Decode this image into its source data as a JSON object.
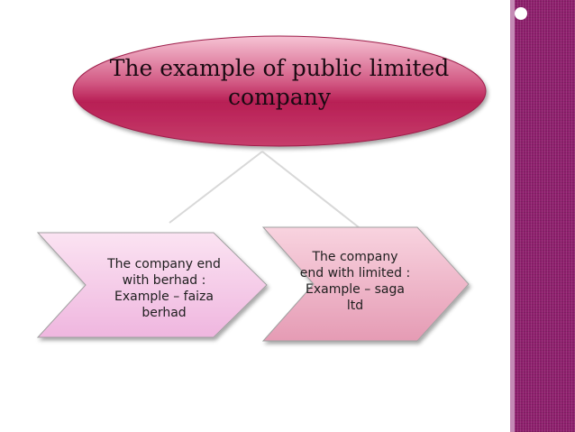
{
  "diagram": {
    "title": "The example of public limited company",
    "branches": [
      {
        "label": "The company end with berhad : Example – faiza berhad"
      },
      {
        "label": "The company end with limited : Example – saga ltd"
      }
    ]
  },
  "theme": {
    "stripe_color": "#8e1f6d",
    "ellipse_color": "#b81f55",
    "chevron_left_color": "#efb6df",
    "chevron_right_color": "#e59bb4",
    "connector_color": "#d8d8d8"
  }
}
